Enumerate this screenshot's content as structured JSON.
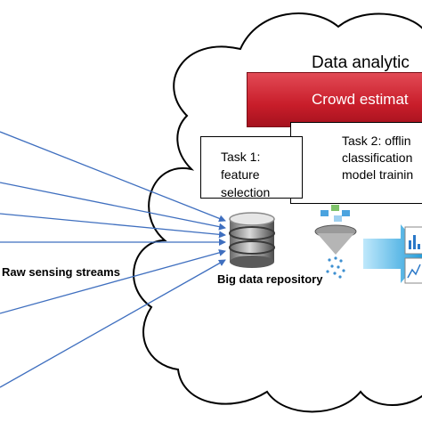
{
  "cloud": {
    "title": "Data analytic"
  },
  "crowd_estimation": {
    "label": "Crowd estimat"
  },
  "task1": {
    "line1": "Task 1:",
    "line2": "feature",
    "line3": "selection"
  },
  "task2": {
    "line1": "Task 2: offlin",
    "line2": "classification",
    "line3": "model trainin"
  },
  "streams": {
    "label": "Raw sensing streams"
  },
  "repository": {
    "label": "Big data repository"
  },
  "icons": [
    "database-icon",
    "filter-funnel-icon",
    "flow-arrow-icon",
    "chart-thumbnail-icon"
  ],
  "colors": {
    "crowd_box": "#c81d2a",
    "arrow": "#3f6fbf",
    "flow_arrow": "#2aa3e0"
  }
}
